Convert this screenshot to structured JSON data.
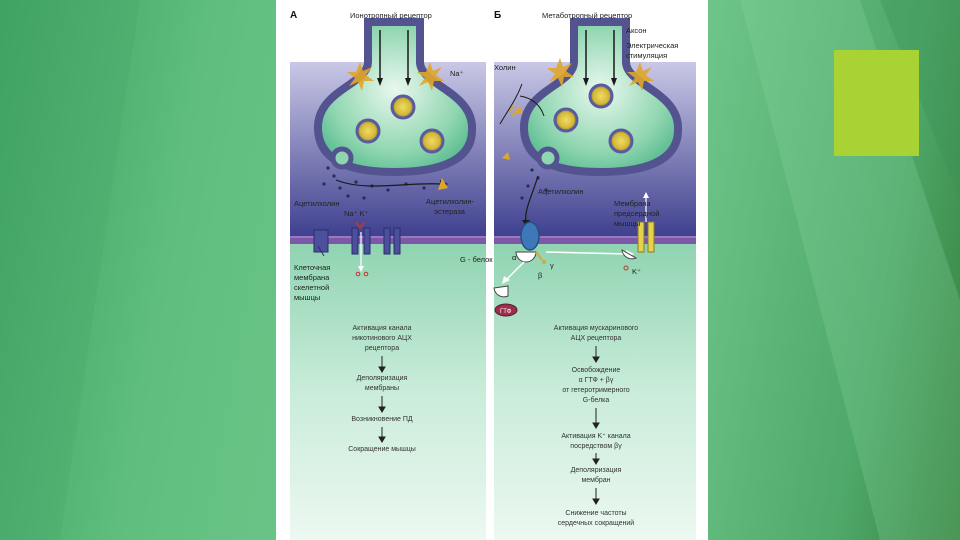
{
  "slide": {
    "accent_color": "#a9d334",
    "background_color": "#5cb87a"
  },
  "figure": {
    "panel_a": {
      "letter": "А",
      "title": "Ионотропный рецептор",
      "ion_na": "Na⁺",
      "ion_na_k": "Na⁺  K⁺",
      "acetylcholine": "Ацетилхолин",
      "esterase": [
        "Ацетилхолин-",
        "эстераза"
      ],
      "membrane": [
        "Клеточная",
        "мембрана",
        "скелетной",
        "мышцы"
      ],
      "steps": [
        [
          "Активация канала",
          "никотинового АЦХ",
          "рецептора"
        ],
        [
          "Деполяризация",
          "мембраны"
        ],
        [
          "Возникновение ПД"
        ],
        [
          "Сокращение мышцы"
        ]
      ]
    },
    "panel_b": {
      "letter": "Б",
      "title": "Метаботропный рецептор",
      "axon": "Аксон",
      "stimulation": [
        "Электрическая",
        "стимуляция"
      ],
      "choline": "Холин",
      "acetylcholine": "Ацетилхолин",
      "membrane": [
        "Мембрана",
        "предсердной",
        "мышцы"
      ],
      "g_protein": "G - белок",
      "alpha": "α",
      "beta": "β",
      "gamma": "γ",
      "k_ion": "K⁺",
      "gtp": "ГТФ",
      "steps": [
        [
          "Активация мускаринового",
          "АЦХ рецептора"
        ],
        [
          "Освобождение",
          "α ГТФ + βγ",
          "от гетеротримерного",
          "G-белка"
        ],
        [
          "Активация K⁺ канала",
          "посредством βγ"
        ],
        [
          "Деполяризация",
          "мембран"
        ],
        [
          "Снижение частоты",
          "сердечных сокращений"
        ]
      ]
    }
  }
}
